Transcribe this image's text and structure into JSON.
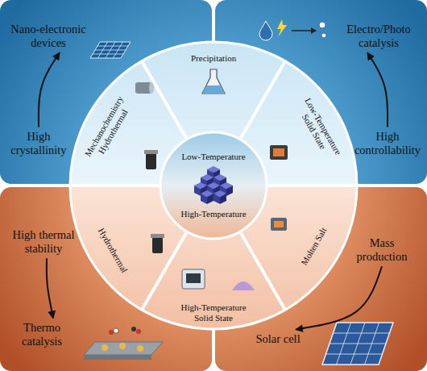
{
  "diagram": {
    "nodes": [
      {
        "text": [
          "Nano-electronic devices"
        ]
      },
      {
        "text": [
          "Electro/Photo catalysis"
        ]
      },
      {
        "text": [
          "High crystallinity"
        ]
      },
      {
        "text": [
          "High controllability"
        ]
      },
      {
        "text": [
          "Precipitation"
        ]
      },
      {
        "text": [
          "Mechanochemistry Hydrothermal"
        ]
      },
      {
        "text": [
          "Low-Temperature Solid State"
        ]
      },
      {
        "text": [
          "Low-Temperature",
          "High-Temperature"
        ]
      },
      {
        "text": [
          "Hydrothermal"
        ]
      },
      {
        "text": [
          "Molten Salt"
        ]
      },
      {
        "text": [
          "High-Temperature Solid State"
        ]
      },
      {
        "text": [
          "High thermal stability"
        ]
      },
      {
        "text": [
          "Mass production"
        ]
      },
      {
        "text": [
          "Thermo catalysis"
        ]
      },
      {
        "text": [
          "Solar cell"
        ]
      }
    ],
    "edges": [
      {
        "from": 2,
        "to": 0,
        "arrow": "to"
      },
      {
        "from": 3,
        "to": 1,
        "arrow": "to"
      },
      {
        "from": 11,
        "to": 13,
        "arrow": "to"
      },
      {
        "from": 12,
        "to": 14,
        "arrow": "to"
      }
    ]
  }
}
